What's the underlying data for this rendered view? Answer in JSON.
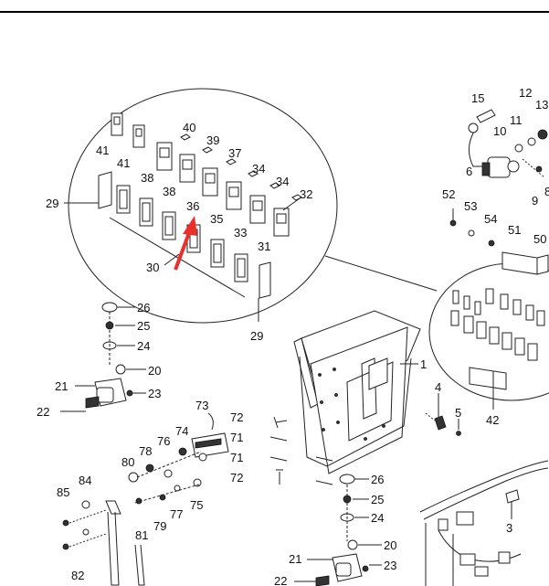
{
  "labels": {
    "l15": "15",
    "l12": "12",
    "l13": "13",
    "l11": "11",
    "l10": "10",
    "l6": "6",
    "l9": "9",
    "l8": "8",
    "l52": "52",
    "l53": "53",
    "l54": "54",
    "l51": "51",
    "l50": "50",
    "l40": "40",
    "l39": "39",
    "l37": "37",
    "l41a": "41",
    "l41b": "41",
    "l38a": "38",
    "l38b": "38",
    "l34a": "34",
    "l34b": "34",
    "l32": "32",
    "l36": "36",
    "l35": "35",
    "l33": "33",
    "l31": "31",
    "l29a": "29",
    "l29b": "29",
    "l30": "30",
    "l26a": "26",
    "l25a": "25",
    "l24a": "24",
    "l20a": "20",
    "l21a": "21",
    "l23a": "23",
    "l22a": "22",
    "l1": "1",
    "l4": "4",
    "l5": "5",
    "l42": "42",
    "l73": "73",
    "l72a": "72",
    "l71a": "71",
    "l71b": "71",
    "l72b": "72",
    "l74": "74",
    "l76": "76",
    "l78": "78",
    "l80": "80",
    "l75": "75",
    "l77": "77",
    "l79": "79",
    "l81": "81",
    "l84": "84",
    "l85": "85",
    "l82": "82",
    "l26b": "26",
    "l25b": "25",
    "l24b": "24",
    "l20b": "20",
    "l21b": "21",
    "l23b": "23",
    "l22b": "22",
    "l3": "3"
  },
  "highlight": {
    "part": "36",
    "color": "#e8302c"
  },
  "colors": {
    "line": "#222222",
    "page_border": "#000000"
  }
}
